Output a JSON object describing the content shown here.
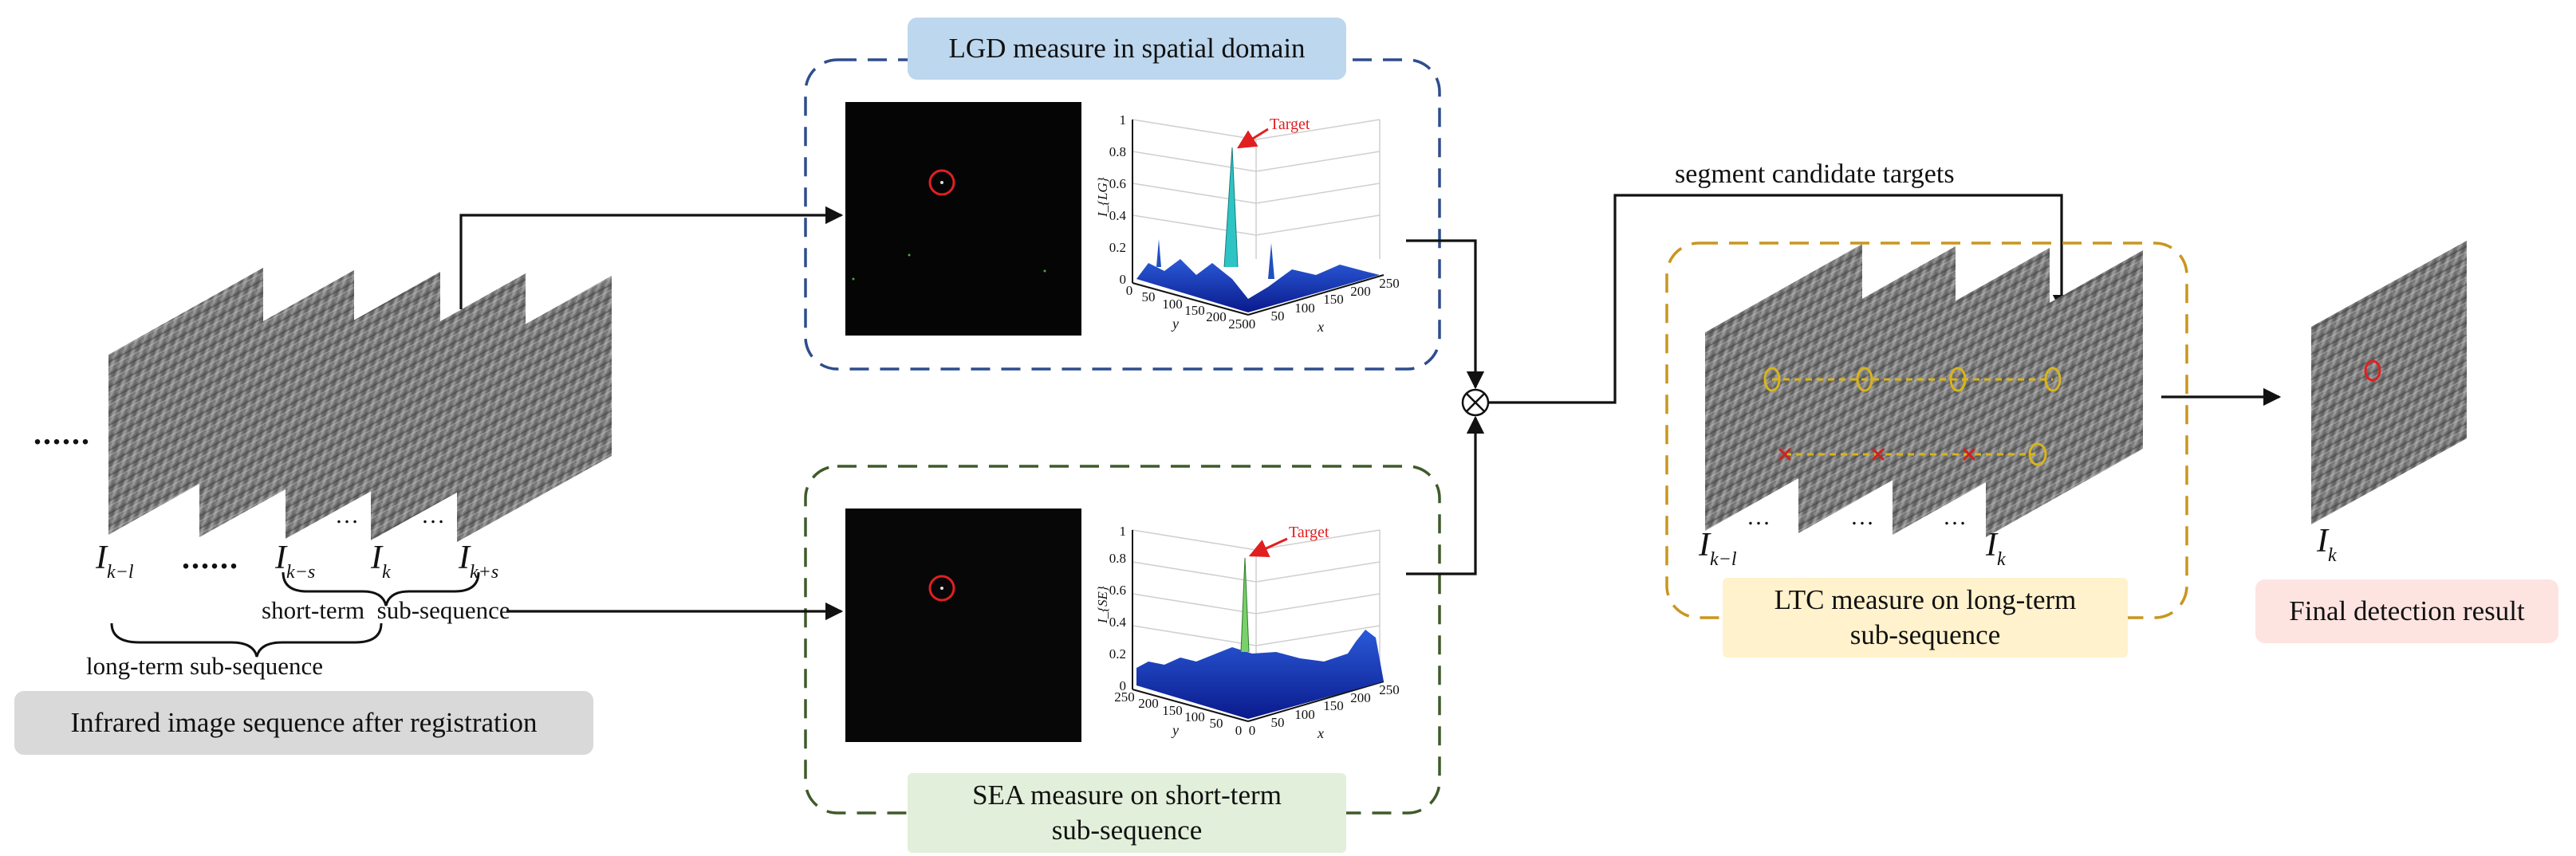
{
  "input_label": "Infrared image sequence after registration",
  "lgd_label": "LGD measure in spatial domain",
  "sea_label": "SEA measure on short-term\nsub-sequence",
  "ltc_label": "LTC measure on long-term\nsub-sequence",
  "final_label": "Final detection result",
  "segment_label": "segment candidate targets",
  "short_term_label": "short-term  sub-sequence",
  "long_term_label": "long-term sub-sequence",
  "ellipsis": "......",
  "frames": {
    "i_sym": "I",
    "k_minus_l": "k−l",
    "k_minus_s": "k−s",
    "k": "k",
    "k_plus_s": "k+s",
    "k_minus_l_ltc": "k−l",
    "k_ltc": "k",
    "k_final": "k",
    "dots3": "…"
  },
  "plot_lgd": {
    "zlabel": "I_{LG}",
    "annotation": "Target",
    "z_ticks": [
      "0",
      "0.2",
      "0.4",
      "0.6",
      "0.8",
      "1"
    ],
    "x_ticks": [
      "0",
      "50",
      "100",
      "150",
      "200",
      "250"
    ],
    "y_ticks": [
      "0",
      "50",
      "100",
      "150",
      "200",
      "250"
    ],
    "xlabel": "x",
    "ylabel": "y"
  },
  "plot_sea": {
    "zlabel": "I_{SE}",
    "annotation": "Target",
    "z_ticks": [
      "0",
      "0.2",
      "0.4",
      "0.6",
      "0.8",
      "1"
    ],
    "x_ticks": [
      "0",
      "50",
      "100",
      "150",
      "200",
      "250"
    ],
    "y_ticks": [
      "250",
      "200",
      "150",
      "100",
      "50",
      "0"
    ],
    "xlabel": "x",
    "ylabel": "y"
  },
  "colors": {
    "lgd_border": "#2e4d8c",
    "sea_border": "#3f5a2a",
    "ltc_border": "#c9961e",
    "lgd_fill": "#bdd7ee",
    "sea_fill": "#e2efda",
    "ltc_fill": "#fff2cc",
    "final_fill": "#fde4e1",
    "input_fill": "#d9d9d9",
    "target": "#e02020",
    "track": "#d9b51a"
  }
}
